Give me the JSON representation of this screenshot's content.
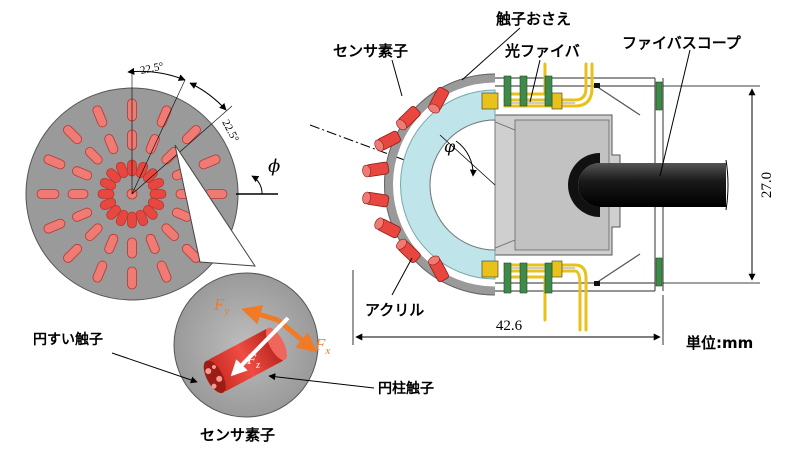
{
  "labels": {
    "sensor_element_top": "センサ素子",
    "sensor_element_bottom": "センサ素子",
    "contact_holder": "触子おさえ",
    "optical_fiber": "光ファイバ",
    "fiberscope": "ファイバスコープ",
    "acrylic": "アクリル",
    "conical_contact": "円すい触子",
    "cylindrical_contact": "円柱触子",
    "unit": "単位:mm"
  },
  "dimensions": {
    "height": "27.0",
    "width": "42.6",
    "angle_1": "22.5°",
    "angle_2": "22.5°"
  },
  "symbols": {
    "phi_disc": "ϕ",
    "phi_cross": "φ",
    "force_y": "F",
    "force_y_sub": "y",
    "force_x": "F",
    "force_x_sub": "x",
    "force_z": "F",
    "force_z_sub": "z"
  },
  "colors": {
    "sensor_red": "#e8473f",
    "sensor_pink": "#f07a74",
    "disc_gray": "#9a9a9a",
    "acrylic_cyan": "#bfe4ea",
    "housing_gray": "#c8c8c8",
    "fiber_yellow": "#e8c21a",
    "screw_green": "#3f8a4a",
    "force_orange": "#f07a26"
  }
}
